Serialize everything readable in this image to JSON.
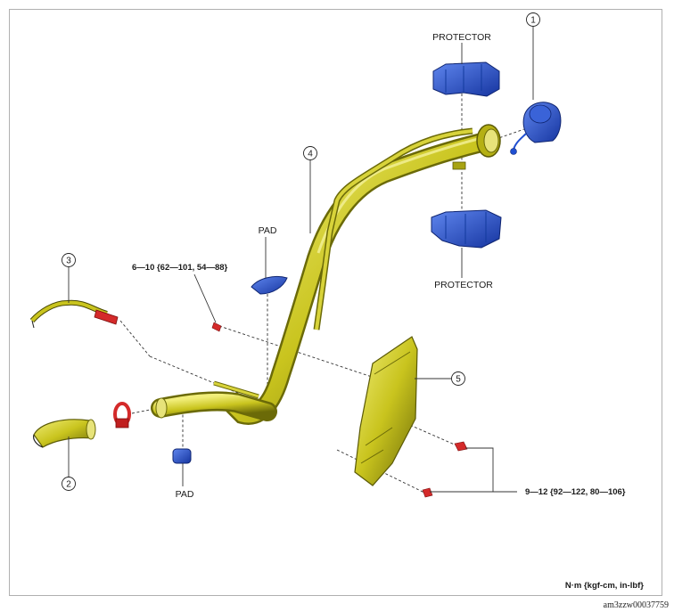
{
  "labels": {
    "protector_top": "PROTECTOR",
    "protector_bottom": "PROTECTOR",
    "pad_top": "PAD",
    "pad_bottom": "PAD",
    "torque_1": "6—10 {62—101, 54—88}",
    "torque_2": "9—12 {92—122, 80—106}",
    "units": "N·m {kgf-cm, in-lbf}",
    "image_id": "am3zzw00037759"
  },
  "callouts": [
    "1",
    "2",
    "3",
    "4",
    "5"
  ],
  "colors": {
    "pipe": "#c9c41e",
    "pipe_dark": "#6b6a08",
    "protector": "#1f4fd1",
    "bolt": "#d42a2a"
  }
}
